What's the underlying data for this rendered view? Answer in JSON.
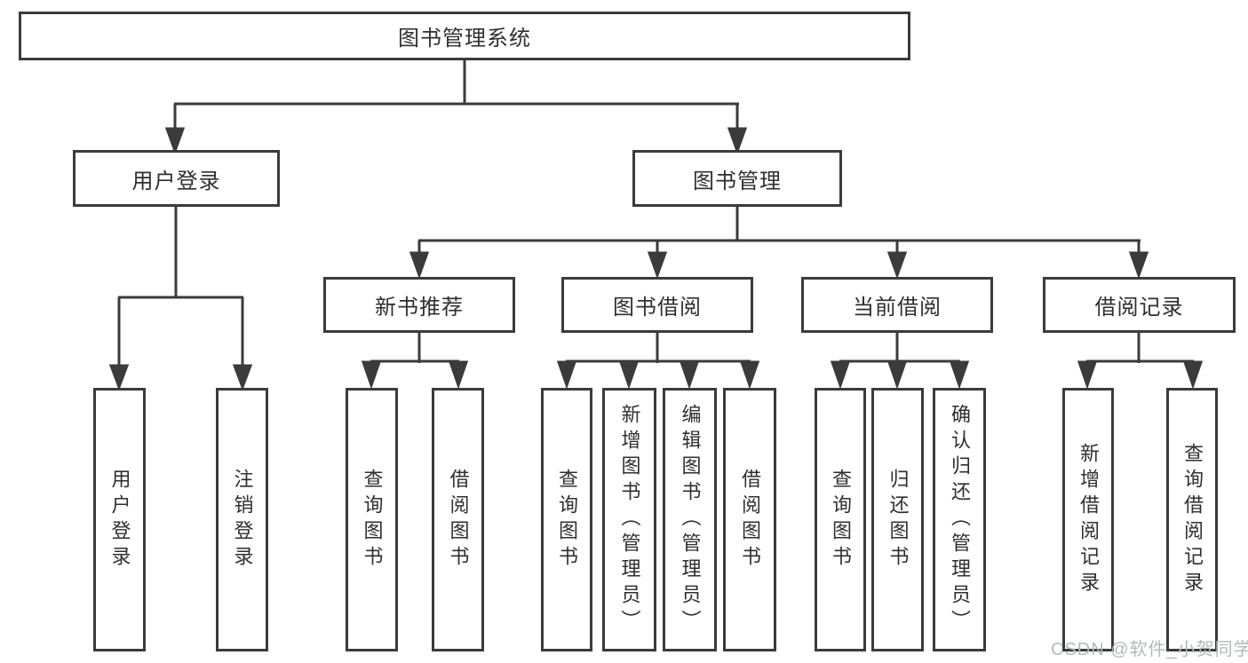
{
  "tree": {
    "root": "图书管理系统",
    "branches": [
      {
        "label": "用户登录",
        "children": [
          "用户登录",
          "注销登录"
        ]
      },
      {
        "label": "图书管理",
        "groups": [
          {
            "label": "新书推荐",
            "children": [
              "查询图书",
              "借阅图书"
            ]
          },
          {
            "label": "图书借阅",
            "children": [
              "查询图书",
              "新增图书（管理员）",
              "编辑图书（管理员）",
              "借阅图书"
            ]
          },
          {
            "label": "当前借阅",
            "children": [
              "查询图书",
              "归还图书",
              "确认归还（管理员）"
            ]
          },
          {
            "label": "借阅记录",
            "children": [
              "新增借阅记录",
              "查询借阅记录"
            ]
          }
        ]
      }
    ]
  },
  "watermark": {
    "text": "CSDN @软件_小贺同学"
  },
  "colors": {
    "line": "#3b3b3b",
    "text": "#2f2f2f",
    "bg": "#ffffff",
    "watermark": "#b4b8bd"
  }
}
